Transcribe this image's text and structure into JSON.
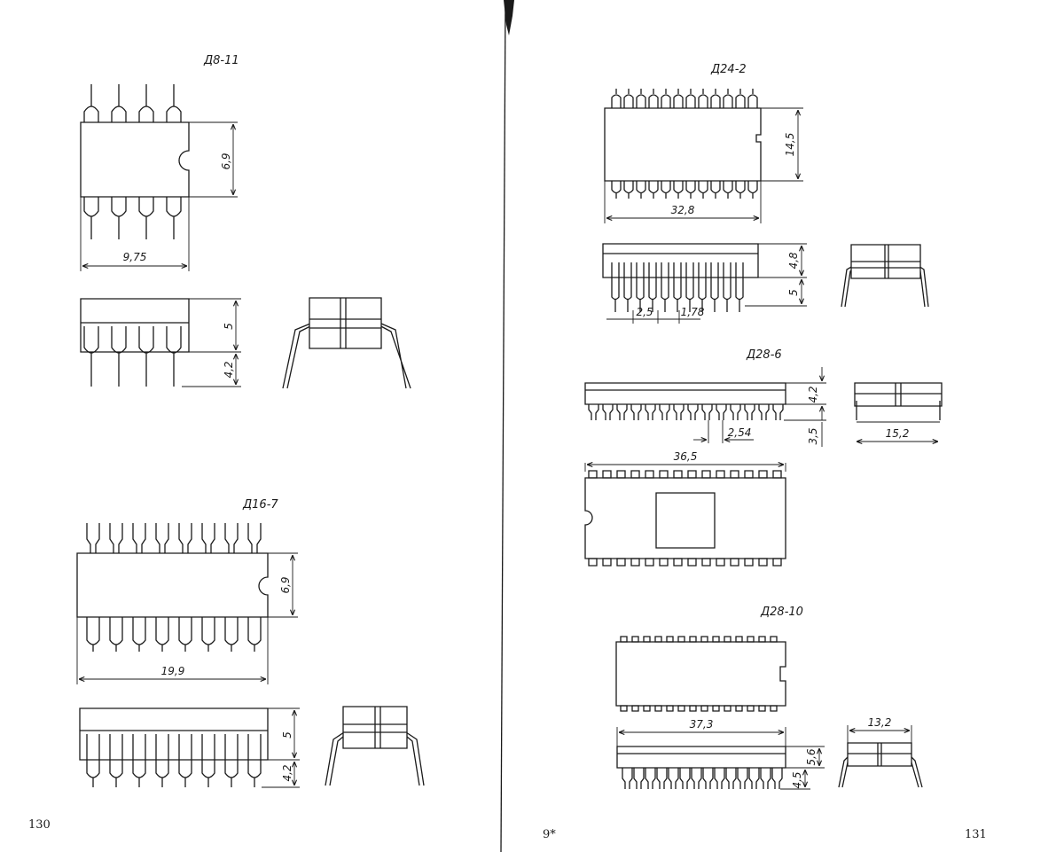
{
  "left_page": {
    "page_number": "130",
    "packages": [
      {
        "name": "Д8-11",
        "width": "9,75",
        "body_height": "6,9",
        "side_height": "5",
        "pin_length": "4,2"
      },
      {
        "name": "Д16-7",
        "width": "19,9",
        "body_height": "6,9",
        "side_height": "5",
        "pin_length": "4,2"
      }
    ]
  },
  "right_page": {
    "signature_mark": "9*",
    "page_number": "131",
    "packages": [
      {
        "name": "Д24-2",
        "length": "32,8",
        "body_height": "14,5",
        "side_height": "4,8",
        "pin_length": "5",
        "pin_pitch": "2,5",
        "pin_spacing": "1,78"
      },
      {
        "name": "Д28-6",
        "length": "36,5",
        "side_height": "4,2",
        "pin_length": "3,5",
        "pin_pitch": "2,54",
        "width": "15,2"
      },
      {
        "name": "Д28-10",
        "length": "37,3",
        "side_height": "5,6",
        "pin_length": "4,5",
        "width": "13,2"
      }
    ]
  }
}
